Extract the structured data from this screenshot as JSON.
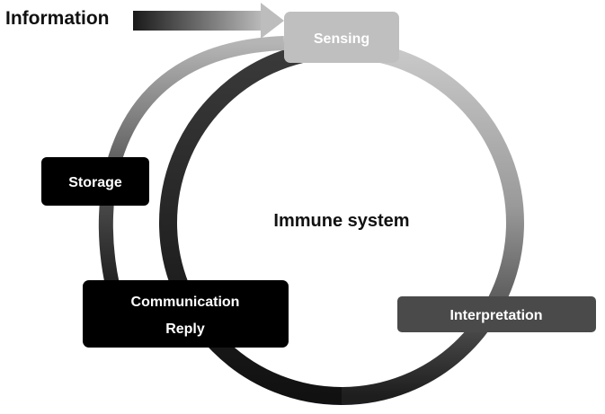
{
  "diagram": {
    "input_label": "Information",
    "center_label": "Immune system",
    "nodes": {
      "sensing": "Sensing",
      "storage": "Storage",
      "communication": "Communication",
      "reply": "Reply",
      "interpretation": "Interpretation"
    }
  }
}
